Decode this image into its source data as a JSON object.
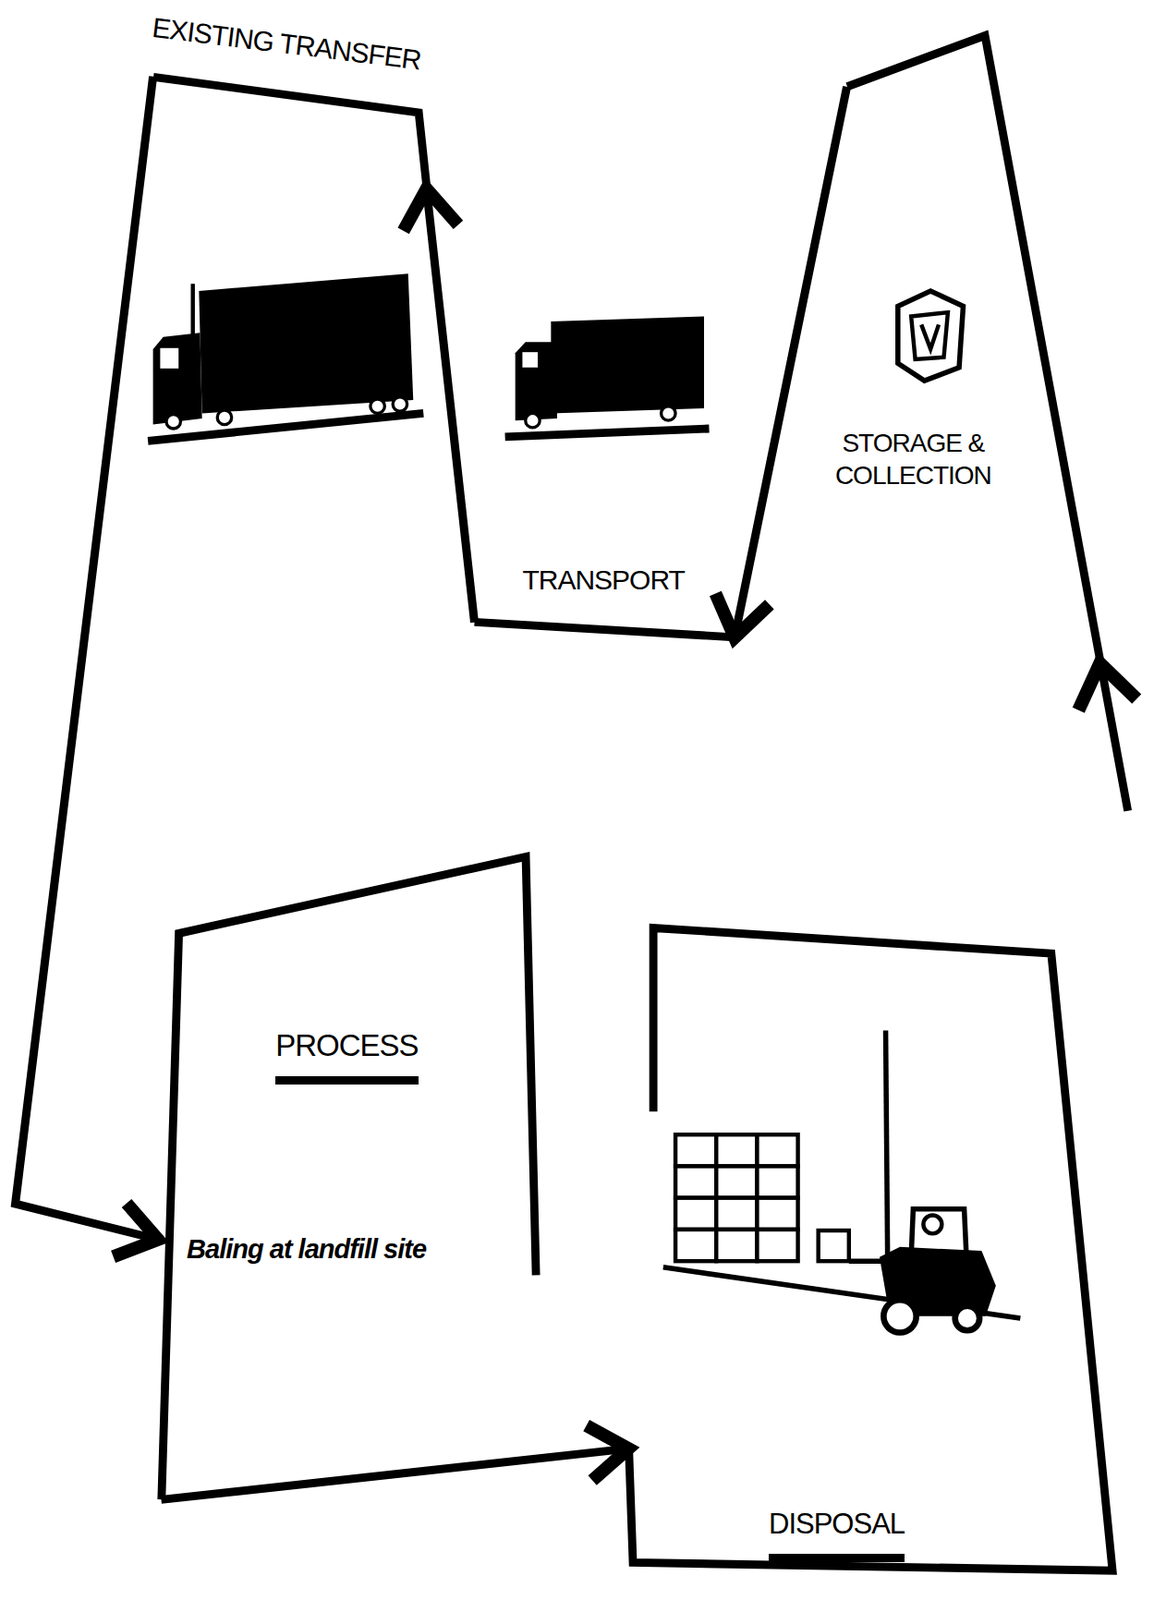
{
  "diagram": {
    "nodes": [
      {
        "text": [
          "EXISTING TRANSFER"
        ]
      },
      {
        "text": [
          "TRANSPORT"
        ]
      },
      {
        "text": [
          "STORAGE & COLLECTION"
        ]
      },
      {
        "text": [
          "PROCESS",
          "Baling at landfill site"
        ]
      },
      {
        "text": [
          "DISPOSAL"
        ]
      }
    ],
    "edges": [
      {
        "from": 2,
        "to": 1,
        "arrow": "to"
      },
      {
        "from": 1,
        "to": 0,
        "arrow": "to"
      },
      {
        "from": 0,
        "to": 3,
        "arrow": "to"
      },
      {
        "from": 3,
        "to": 4,
        "arrow": "to"
      }
    ]
  }
}
